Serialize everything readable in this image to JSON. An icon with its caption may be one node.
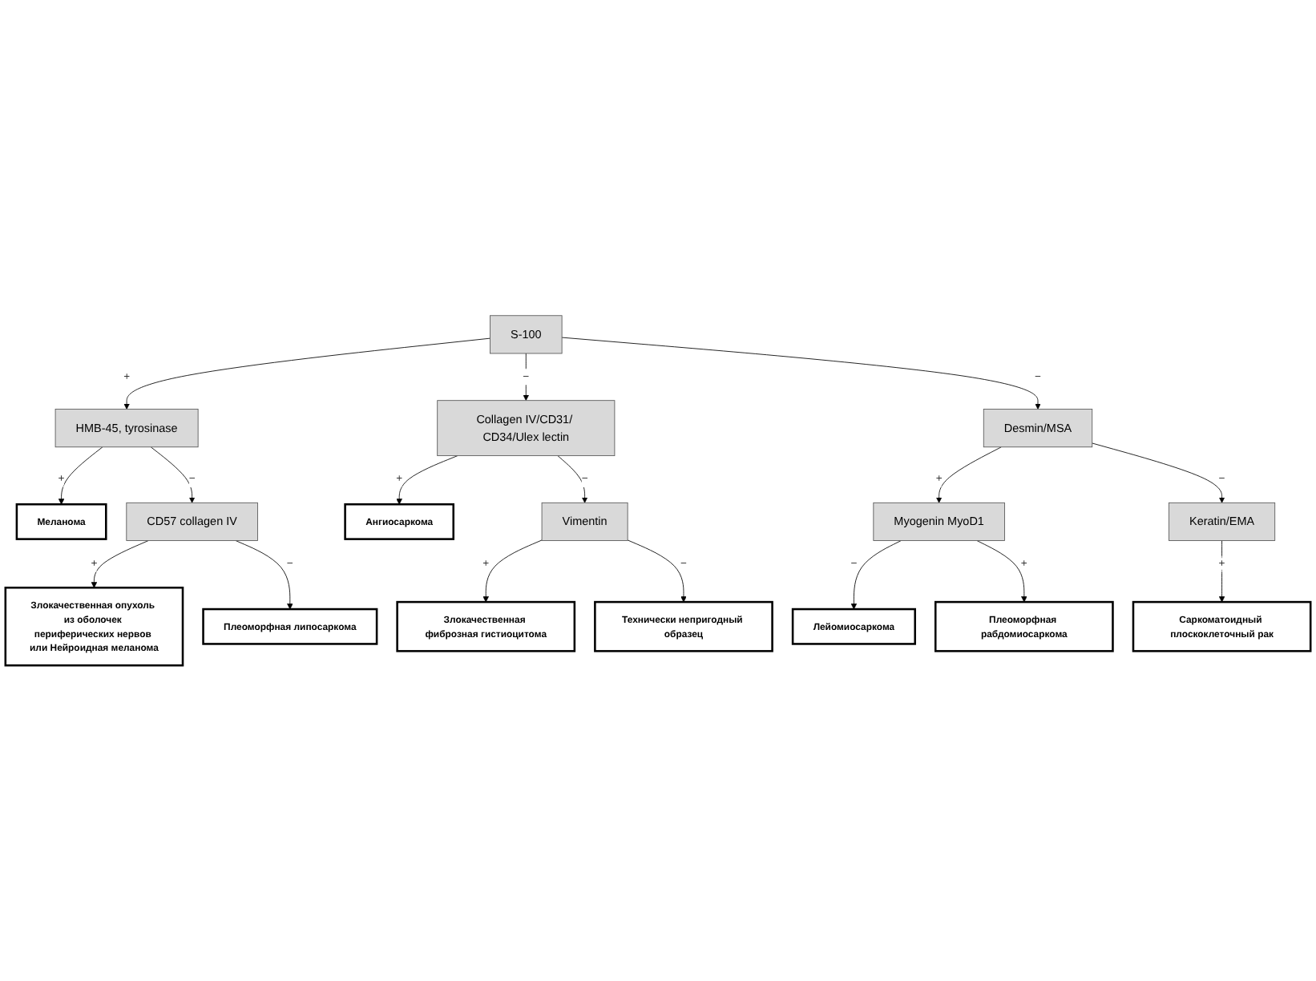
{
  "diagram": {
    "nodes": [
      {
        "text": [
          "HMB-45, tyrosinase"
        ]
      },
      {
        "text": [
          "S-100"
        ]
      },
      {
        "text": [
          "Collagen IV/CD31/ CD34/Ulex lectin"
        ]
      },
      {
        "text": [
          "Меланома"
        ]
      },
      {
        "text": [
          "Ангиосаркома"
        ]
      },
      {
        "text": [
          "Myogenin MyoD1"
        ]
      },
      {
        "text": [
          "Desmin/MSA"
        ]
      },
      {
        "text": [
          "Vimentin"
        ]
      },
      {
        "text": [
          "Keratin/EMA"
        ]
      },
      {
        "text": [
          "Лейомиосаркома"
        ]
      },
      {
        "text": [
          "Злокачественная фиброзная гистиоцитома"
        ]
      },
      {
        "text": [
          "Плеоморфная рабдомиосаркома"
        ]
      },
      {
        "text": [
          "Саркоматоидный плоскоклеточный рак"
        ]
      },
      {
        "text": [
          "Технически непригодный образец"
        ]
      },
      {
        "text": [
          "CD57 collagen IV"
        ]
      },
      {
        "text": [
          "Злокачественная опухоль из оболочек периферических нервов или Нейроидная меланома"
        ]
      },
      {
        "text": [
          "Плеоморфная липосаркома"
        ]
      }
    ],
    "edges": [
      {
        "from": 1,
        "to": 0,
        "arrow": "to",
        "label": "+"
      },
      {
        "from": 1,
        "to": 2,
        "arrow": "to",
        "label": "−"
      },
      {
        "from": 0,
        "to": 3,
        "arrow": "to",
        "label": "+"
      },
      {
        "from": 0,
        "to": 14,
        "arrow": "to",
        "label": "−"
      },
      {
        "from": 1,
        "to": 6,
        "arrow": "to",
        "label": "−"
      },
      {
        "from": 2,
        "to": 4,
        "arrow": "to",
        "label": "+"
      },
      {
        "from": 2,
        "to": 7,
        "arrow": "to",
        "label": "−"
      },
      {
        "from": 6,
        "to": 5,
        "arrow": "to",
        "label": "+"
      },
      {
        "from": 6,
        "to": 8,
        "arrow": "to",
        "label": "−"
      },
      {
        "from": 5,
        "to": 9,
        "arrow": "to",
        "label": "−"
      },
      {
        "from": 5,
        "to": 11,
        "arrow": "to",
        "label": "+"
      },
      {
        "from": 7,
        "to": 10,
        "arrow": "to",
        "label": "+"
      },
      {
        "from": 7,
        "to": 13,
        "arrow": "to",
        "label": "−"
      },
      {
        "from": 8,
        "to": 12,
        "arrow": "to",
        "label": "+"
      },
      {
        "from": 14,
        "to": 15,
        "arrow": "to",
        "label": "+"
      },
      {
        "from": 14,
        "to": 16,
        "arrow": "to",
        "label": "−"
      }
    ]
  }
}
